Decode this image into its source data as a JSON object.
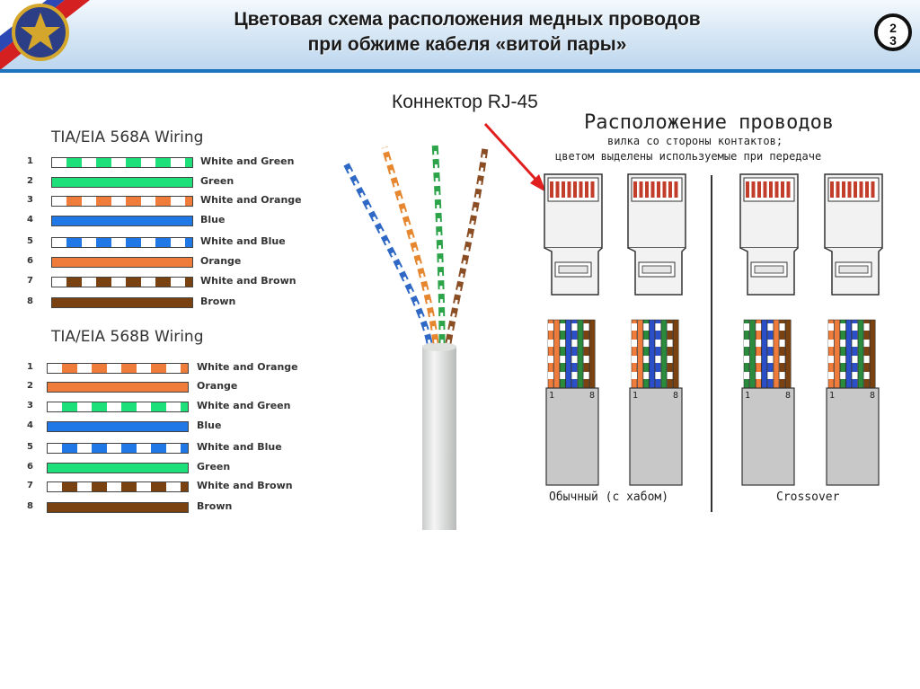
{
  "slide": {
    "title_line1": "Цветовая схема расположения медных проводов",
    "title_line2": "при обжиме кабеля «витой пары»",
    "page_number_top": "2",
    "page_number_bottom": "3"
  },
  "colors": {
    "white": "#ffffff",
    "green": "#1ee07a",
    "orange": "#f07c3c",
    "blue": "#1f78e6",
    "brown": "#7a4210",
    "header_accent": "#1e73bf",
    "arrow": "#e21f1f"
  },
  "wiring_568a": {
    "title": "TIA/EIA 568A Wiring",
    "pins": [
      {
        "num": "1",
        "label": "White and Green",
        "color": "green",
        "striped": true
      },
      {
        "num": "2",
        "label": "Green",
        "color": "green",
        "striped": false
      },
      {
        "num": "3",
        "label": "White and Orange",
        "color": "orange",
        "striped": true
      },
      {
        "num": "4",
        "label": "Blue",
        "color": "blue",
        "striped": false
      },
      {
        "num": "5",
        "label": "White and Blue",
        "color": "blue",
        "striped": true
      },
      {
        "num": "6",
        "label": "Orange",
        "color": "orange",
        "striped": false
      },
      {
        "num": "7",
        "label": "White and Brown",
        "color": "brown",
        "striped": true
      },
      {
        "num": "8",
        "label": "Brown",
        "color": "brown",
        "striped": false
      }
    ]
  },
  "wiring_568b": {
    "title": "TIA/EIA 568B Wiring",
    "pins": [
      {
        "num": "1",
        "label": "White and Orange",
        "color": "orange",
        "striped": true
      },
      {
        "num": "2",
        "label": "Orange",
        "color": "orange",
        "striped": false
      },
      {
        "num": "3",
        "label": "White and Green",
        "color": "green",
        "striped": true
      },
      {
        "num": "4",
        "label": "Blue",
        "color": "blue",
        "striped": false
      },
      {
        "num": "5",
        "label": "White and Blue",
        "color": "blue",
        "striped": true
      },
      {
        "num": "6",
        "label": "Green",
        "color": "green",
        "striped": false
      },
      {
        "num": "7",
        "label": "White and Brown",
        "color": "brown",
        "striped": true
      },
      {
        "num": "8",
        "label": "Brown",
        "color": "brown",
        "striped": false
      }
    ]
  },
  "connector": {
    "label": "Коннектор RJ-45"
  },
  "layout": {
    "title": "Расположение проводов",
    "subtitle1": "вилка со стороны контактов;",
    "subtitle2": "цветом выделены используемые при передаче",
    "caption_straight": "Обычный (с хабом)",
    "caption_crossover": "Crossover",
    "pin_first": "1",
    "pin_last": "8"
  }
}
